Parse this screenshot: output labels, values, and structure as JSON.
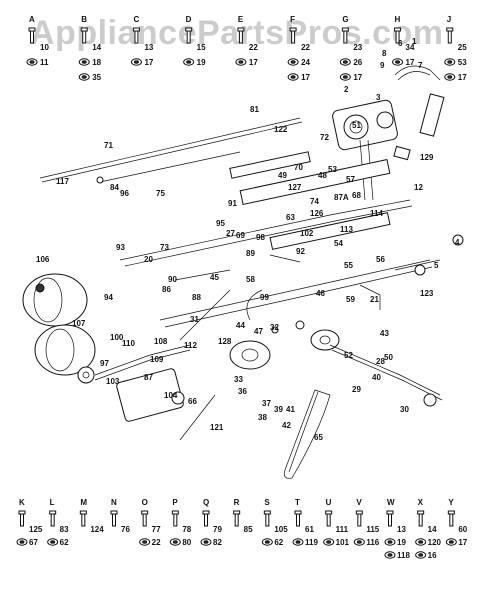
{
  "watermark": "AppliancePartsPros.com",
  "colors": {
    "ink": "#111111",
    "watermark": "#787878",
    "background": "#ffffff"
  },
  "top_hardware": [
    {
      "letter": "A",
      "num": "10"
    },
    {
      "letter": "A",
      "num": "11"
    },
    {
      "letter": "B",
      "num": "14"
    },
    {
      "letter": "B",
      "num": "18"
    },
    {
      "letter": "B",
      "num": "35"
    },
    {
      "letter": "C",
      "num": "13"
    },
    {
      "letter": "C",
      "num": "17"
    },
    {
      "letter": "D",
      "num": "15"
    },
    {
      "letter": "D",
      "num": "19"
    },
    {
      "letter": "E",
      "num": "22"
    },
    {
      "letter": "E",
      "num": "17"
    },
    {
      "letter": "F",
      "num": "22"
    },
    {
      "letter": "F",
      "num": "24"
    },
    {
      "letter": "F",
      "num": "17"
    },
    {
      "letter": "G",
      "num": "23"
    },
    {
      "letter": "G",
      "num": "26"
    },
    {
      "letter": "G",
      "num": "17"
    },
    {
      "letter": "H",
      "num": "34"
    },
    {
      "letter": "H",
      "num": "17"
    },
    {
      "letter": "J",
      "num": "25"
    },
    {
      "letter": "J",
      "num": "53"
    },
    {
      "letter": "J",
      "num": "17"
    }
  ],
  "bottom_hardware": [
    {
      "letter": "K",
      "num": "125"
    },
    {
      "letter": "K",
      "num": "67"
    },
    {
      "letter": "L",
      "num": "83"
    },
    {
      "letter": "L",
      "num": "62"
    },
    {
      "letter": "M",
      "num": "124"
    },
    {
      "letter": "N",
      "num": "76"
    },
    {
      "letter": "O",
      "num": "77"
    },
    {
      "letter": "O",
      "num": "22"
    },
    {
      "letter": "P",
      "num": "78"
    },
    {
      "letter": "P",
      "num": "80"
    },
    {
      "letter": "Q",
      "num": "79"
    },
    {
      "letter": "Q",
      "num": "82"
    },
    {
      "letter": "R",
      "num": "85"
    },
    {
      "letter": "S",
      "num": "105"
    },
    {
      "letter": "S",
      "num": "62"
    },
    {
      "letter": "T",
      "num": "61"
    },
    {
      "letter": "T",
      "num": "119"
    },
    {
      "letter": "U",
      "num": "111"
    },
    {
      "letter": "U",
      "num": "101"
    },
    {
      "letter": "V",
      "num": "115"
    },
    {
      "letter": "V",
      "num": "116"
    },
    {
      "letter": "W",
      "num": "13"
    },
    {
      "letter": "W",
      "num": "19"
    },
    {
      "letter": "W",
      "num": "118"
    },
    {
      "letter": "X",
      "num": "14"
    },
    {
      "letter": "X",
      "num": "120"
    },
    {
      "letter": "X",
      "num": "16"
    },
    {
      "letter": "Y",
      "num": "60"
    },
    {
      "letter": "Y",
      "num": "17"
    }
  ],
  "callouts": [
    "1",
    "2",
    "3",
    "4",
    "5",
    "6",
    "7",
    "8",
    "9",
    "12",
    "20",
    "21",
    "27",
    "28",
    "29",
    "30",
    "31",
    "32",
    "33",
    "36",
    "37",
    "38",
    "39",
    "40",
    "41",
    "42",
    "43",
    "44",
    "45",
    "46",
    "47",
    "48",
    "49",
    "50",
    "51",
    "52",
    "53",
    "54",
    "55",
    "56",
    "57",
    "58",
    "59",
    "63",
    "65",
    "66",
    "68",
    "69",
    "70",
    "71",
    "72",
    "73",
    "74",
    "75",
    "81",
    "84",
    "86",
    "87",
    "87A",
    "88",
    "89",
    "90",
    "91",
    "92",
    "93",
    "94",
    "95",
    "96",
    "97",
    "98",
    "99",
    "100",
    "102",
    "103",
    "104",
    "106",
    "107",
    "108",
    "109",
    "110",
    "112",
    "113",
    "114",
    "117",
    "121",
    "122",
    "123",
    "126",
    "127",
    "128",
    "129"
  ],
  "section_labels": [
    "A",
    "B",
    "C",
    "D",
    "E",
    "F",
    "G",
    "H",
    "J",
    "K",
    "L",
    "M",
    "N",
    "O",
    "P",
    "Q",
    "R",
    "S",
    "T",
    "U",
    "V",
    "W",
    "X",
    "Y"
  ]
}
